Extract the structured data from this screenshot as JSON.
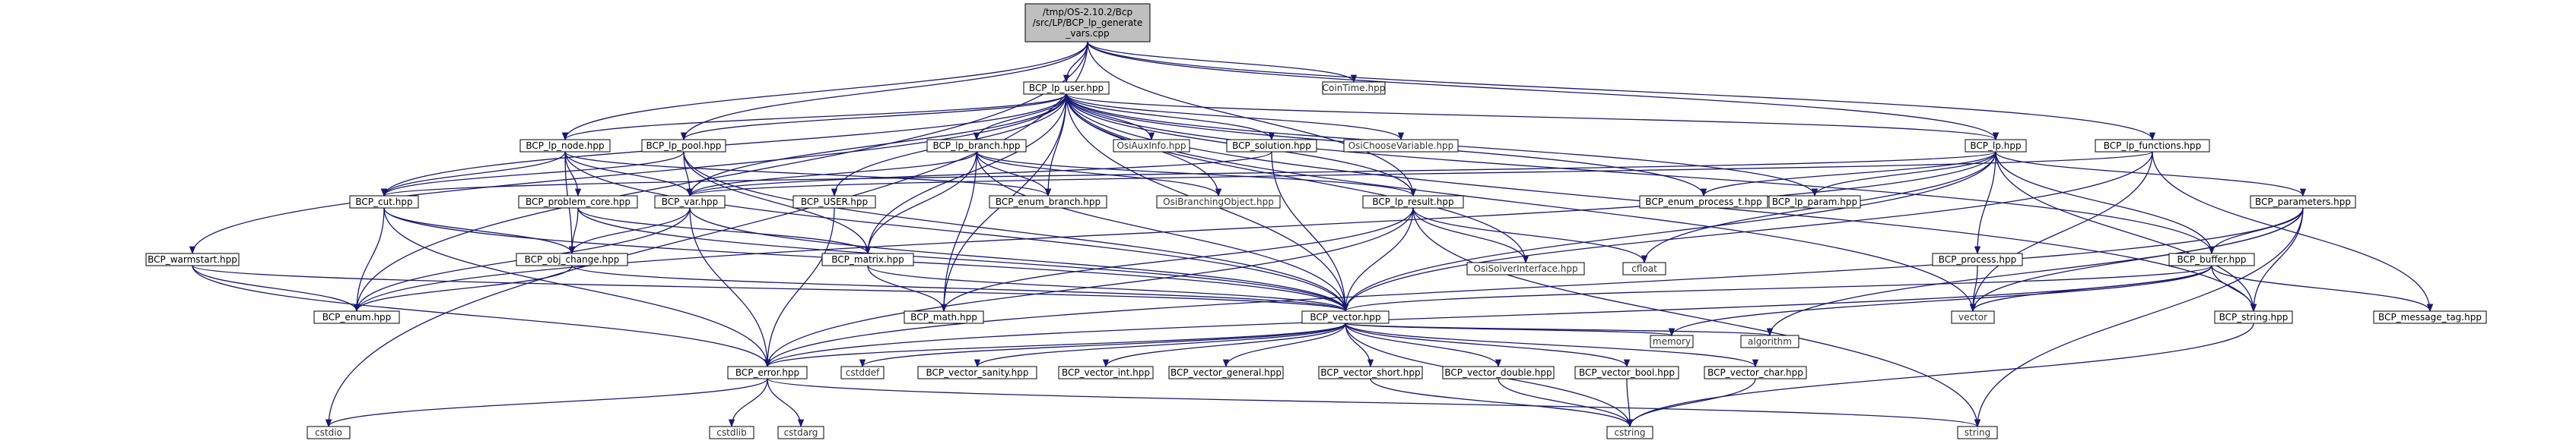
{
  "graph": {
    "edge_color": "#191970",
    "root_fill": "#bfbfbf",
    "border_colors": {
      "normal": "#000000",
      "truncated": "#ff0000",
      "system": "#bfbfbf"
    },
    "nodes": [
      {
        "id": "n0",
        "lines": [
          "/tmp/OS-2.10.2/Bcp",
          "/src/LP/BCP_lp_generate",
          "_vars.cpp"
        ],
        "kind": "root"
      },
      {
        "id": "n1",
        "lines": [
          "BCP_lp_user.hpp"
        ],
        "kind": "normal"
      },
      {
        "id": "n2",
        "lines": [
          "CoinTime.hpp"
        ],
        "kind": "system"
      },
      {
        "id": "n3",
        "lines": [
          "BCP_lp_node.hpp"
        ],
        "kind": "normal"
      },
      {
        "id": "n4",
        "lines": [
          "BCP_lp_pool.hpp"
        ],
        "kind": "normal"
      },
      {
        "id": "n5",
        "lines": [
          "BCP_lp_branch.hpp"
        ],
        "kind": "normal"
      },
      {
        "id": "n6",
        "lines": [
          "OsiAuxInfo.hpp"
        ],
        "kind": "system"
      },
      {
        "id": "n7",
        "lines": [
          "BCP_solution.hpp"
        ],
        "kind": "normal"
      },
      {
        "id": "n8",
        "lines": [
          "OsiChooseVariable.hpp"
        ],
        "kind": "system"
      },
      {
        "id": "n9",
        "lines": [
          "BCP_lp_functions.hpp"
        ],
        "kind": "normal"
      },
      {
        "id": "n10",
        "lines": [
          "BCP_lp.hpp"
        ],
        "kind": "normal"
      },
      {
        "id": "n11",
        "lines": [
          "BCP_cut.hpp"
        ],
        "kind": "truncated"
      },
      {
        "id": "n12",
        "lines": [
          "BCP_problem_core.hpp"
        ],
        "kind": "normal"
      },
      {
        "id": "n13",
        "lines": [
          "BCP_var.hpp"
        ],
        "kind": "truncated"
      },
      {
        "id": "n14",
        "lines": [
          "BCP_USER.hpp"
        ],
        "kind": "truncated"
      },
      {
        "id": "n15",
        "lines": [
          "BCP_enum_branch.hpp"
        ],
        "kind": "normal"
      },
      {
        "id": "n16",
        "lines": [
          "OsiBranchingObject.hpp"
        ],
        "kind": "system"
      },
      {
        "id": "n17",
        "lines": [
          "BCP_lp_result.hpp"
        ],
        "kind": "normal"
      },
      {
        "id": "n18",
        "lines": [
          "BCP_enum_process_t.hpp"
        ],
        "kind": "normal"
      },
      {
        "id": "n19",
        "lines": [
          "BCP_lp_param.hpp"
        ],
        "kind": "normal"
      },
      {
        "id": "n20",
        "lines": [
          "BCP_parameters.hpp"
        ],
        "kind": "truncated"
      },
      {
        "id": "n21",
        "lines": [
          "BCP_warmstart.hpp"
        ],
        "kind": "normal"
      },
      {
        "id": "n22",
        "lines": [
          "BCP_obj_change.hpp"
        ],
        "kind": "normal"
      },
      {
        "id": "n23",
        "lines": [
          "BCP_matrix.hpp"
        ],
        "kind": "truncated"
      },
      {
        "id": "n24",
        "lines": [
          "OsiSolverInterface.hpp"
        ],
        "kind": "system"
      },
      {
        "id": "n25",
        "lines": [
          "cfloat"
        ],
        "kind": "system"
      },
      {
        "id": "n26",
        "lines": [
          "BCP_process.hpp"
        ],
        "kind": "truncated"
      },
      {
        "id": "n27",
        "lines": [
          "BCP_buffer.hpp"
        ],
        "kind": "truncated"
      },
      {
        "id": "n28",
        "lines": [
          "BCP_enum.hpp"
        ],
        "kind": "normal"
      },
      {
        "id": "n29",
        "lines": [
          "BCP_math.hpp"
        ],
        "kind": "normal"
      },
      {
        "id": "n30",
        "lines": [
          "BCP_vector.hpp"
        ],
        "kind": "normal"
      },
      {
        "id": "n31",
        "lines": [
          "vector"
        ],
        "kind": "system"
      },
      {
        "id": "n32",
        "lines": [
          "BCP_string.hpp"
        ],
        "kind": "normal"
      },
      {
        "id": "n33",
        "lines": [
          "BCP_message_tag.hpp"
        ],
        "kind": "normal"
      },
      {
        "id": "n34",
        "lines": [
          "BCP_error.hpp"
        ],
        "kind": "normal"
      },
      {
        "id": "n35",
        "lines": [
          "cstddef"
        ],
        "kind": "system"
      },
      {
        "id": "n36",
        "lines": [
          "BCP_vector_sanity.hpp"
        ],
        "kind": "normal"
      },
      {
        "id": "n37",
        "lines": [
          "BCP_vector_int.hpp"
        ],
        "kind": "normal"
      },
      {
        "id": "n38",
        "lines": [
          "BCP_vector_general.hpp"
        ],
        "kind": "normal"
      },
      {
        "id": "n39",
        "lines": [
          "BCP_vector_short.hpp"
        ],
        "kind": "normal"
      },
      {
        "id": "n40",
        "lines": [
          "BCP_vector_double.hpp"
        ],
        "kind": "normal"
      },
      {
        "id": "n41",
        "lines": [
          "BCP_vector_bool.hpp"
        ],
        "kind": "normal"
      },
      {
        "id": "n42",
        "lines": [
          "BCP_vector_char.hpp"
        ],
        "kind": "normal"
      },
      {
        "id": "n43",
        "lines": [
          "memory"
        ],
        "kind": "system"
      },
      {
        "id": "n44",
        "lines": [
          "algorithm"
        ],
        "kind": "system"
      },
      {
        "id": "n45",
        "lines": [
          "cstdio"
        ],
        "kind": "system"
      },
      {
        "id": "n46",
        "lines": [
          "cstdlib"
        ],
        "kind": "system"
      },
      {
        "id": "n47",
        "lines": [
          "cstdarg"
        ],
        "kind": "system"
      },
      {
        "id": "n48",
        "lines": [
          "cstring"
        ],
        "kind": "system"
      },
      {
        "id": "n49",
        "lines": [
          "string"
        ],
        "kind": "system"
      }
    ],
    "edges": [
      [
        "n0",
        "n1"
      ],
      [
        "n0",
        "n2"
      ],
      [
        "n0",
        "n3"
      ],
      [
        "n0",
        "n4"
      ],
      [
        "n0",
        "n9"
      ],
      [
        "n0",
        "n10"
      ],
      [
        "n0",
        "n17"
      ],
      [
        "n0",
        "n28"
      ],
      [
        "n0",
        "n45"
      ],
      [
        "n1",
        "n3"
      ],
      [
        "n1",
        "n4"
      ],
      [
        "n1",
        "n5"
      ],
      [
        "n1",
        "n6"
      ],
      [
        "n1",
        "n7"
      ],
      [
        "n1",
        "n8"
      ],
      [
        "n1",
        "n10"
      ],
      [
        "n1",
        "n11"
      ],
      [
        "n1",
        "n13"
      ],
      [
        "n1",
        "n14"
      ],
      [
        "n1",
        "n15"
      ],
      [
        "n1",
        "n16"
      ],
      [
        "n1",
        "n17"
      ],
      [
        "n1",
        "n18"
      ],
      [
        "n1",
        "n19"
      ],
      [
        "n1",
        "n21"
      ],
      [
        "n1",
        "n23"
      ],
      [
        "n1",
        "n24"
      ],
      [
        "n1",
        "n27"
      ],
      [
        "n1",
        "n29"
      ],
      [
        "n1",
        "n30"
      ],
      [
        "n1",
        "n31"
      ],
      [
        "n1",
        "n32"
      ],
      [
        "n3",
        "n11"
      ],
      [
        "n3",
        "n12"
      ],
      [
        "n3",
        "n13"
      ],
      [
        "n3",
        "n15"
      ],
      [
        "n3",
        "n22"
      ],
      [
        "n3",
        "n30"
      ],
      [
        "n4",
        "n11"
      ],
      [
        "n4",
        "n13"
      ],
      [
        "n4",
        "n23"
      ],
      [
        "n4",
        "n30"
      ],
      [
        "n5",
        "n13"
      ],
      [
        "n5",
        "n15"
      ],
      [
        "n5",
        "n16"
      ],
      [
        "n5",
        "n17"
      ],
      [
        "n5",
        "n23"
      ],
      [
        "n5",
        "n29"
      ],
      [
        "n5",
        "n30"
      ],
      [
        "n7",
        "n13"
      ],
      [
        "n7",
        "n30"
      ],
      [
        "n9",
        "n13"
      ],
      [
        "n9",
        "n30"
      ],
      [
        "n9",
        "n31"
      ],
      [
        "n9",
        "n33"
      ],
      [
        "n10",
        "n11"
      ],
      [
        "n10",
        "n18"
      ],
      [
        "n10",
        "n19"
      ],
      [
        "n10",
        "n20"
      ],
      [
        "n10",
        "n25"
      ],
      [
        "n10",
        "n26"
      ],
      [
        "n10",
        "n27"
      ],
      [
        "n10",
        "n28"
      ],
      [
        "n10",
        "n30"
      ],
      [
        "n10",
        "n32"
      ],
      [
        "n11",
        "n22"
      ],
      [
        "n11",
        "n28"
      ],
      [
        "n11",
        "n30"
      ],
      [
        "n11",
        "n34"
      ],
      [
        "n12",
        "n22"
      ],
      [
        "n12",
        "n23"
      ],
      [
        "n12",
        "n30"
      ],
      [
        "n13",
        "n22"
      ],
      [
        "n13",
        "n28"
      ],
      [
        "n13",
        "n30"
      ],
      [
        "n13",
        "n34"
      ],
      [
        "n14",
        "n34"
      ],
      [
        "n17",
        "n24"
      ],
      [
        "n17",
        "n25"
      ],
      [
        "n17",
        "n29"
      ],
      [
        "n17",
        "n30"
      ],
      [
        "n17",
        "n34"
      ],
      [
        "n17",
        "n49"
      ],
      [
        "n20",
        "n27"
      ],
      [
        "n20",
        "n32"
      ],
      [
        "n20",
        "n31"
      ],
      [
        "n20",
        "n44"
      ],
      [
        "n20",
        "n49"
      ],
      [
        "n20",
        "n34"
      ],
      [
        "n21",
        "n28"
      ],
      [
        "n21",
        "n30"
      ],
      [
        "n21",
        "n34"
      ],
      [
        "n22",
        "n28"
      ],
      [
        "n22",
        "n30"
      ],
      [
        "n23",
        "n29"
      ],
      [
        "n23",
        "n30"
      ],
      [
        "n26",
        "n31"
      ],
      [
        "n27",
        "n30"
      ],
      [
        "n27",
        "n31"
      ],
      [
        "n27",
        "n32"
      ],
      [
        "n27",
        "n33"
      ],
      [
        "n27",
        "n34"
      ],
      [
        "n27",
        "n43"
      ],
      [
        "n30",
        "n34"
      ],
      [
        "n30",
        "n35"
      ],
      [
        "n30",
        "n36"
      ],
      [
        "n30",
        "n37"
      ],
      [
        "n30",
        "n38"
      ],
      [
        "n30",
        "n39"
      ],
      [
        "n30",
        "n40"
      ],
      [
        "n30",
        "n41"
      ],
      [
        "n30",
        "n42"
      ],
      [
        "n30",
        "n43"
      ],
      [
        "n30",
        "n44"
      ],
      [
        "n30",
        "n48"
      ],
      [
        "n32",
        "n48"
      ],
      [
        "n34",
        "n45"
      ],
      [
        "n34",
        "n46"
      ],
      [
        "n34",
        "n47"
      ],
      [
        "n34",
        "n49"
      ],
      [
        "n39",
        "n48"
      ],
      [
        "n40",
        "n48"
      ],
      [
        "n41",
        "n48"
      ],
      [
        "n42",
        "n48"
      ]
    ]
  }
}
